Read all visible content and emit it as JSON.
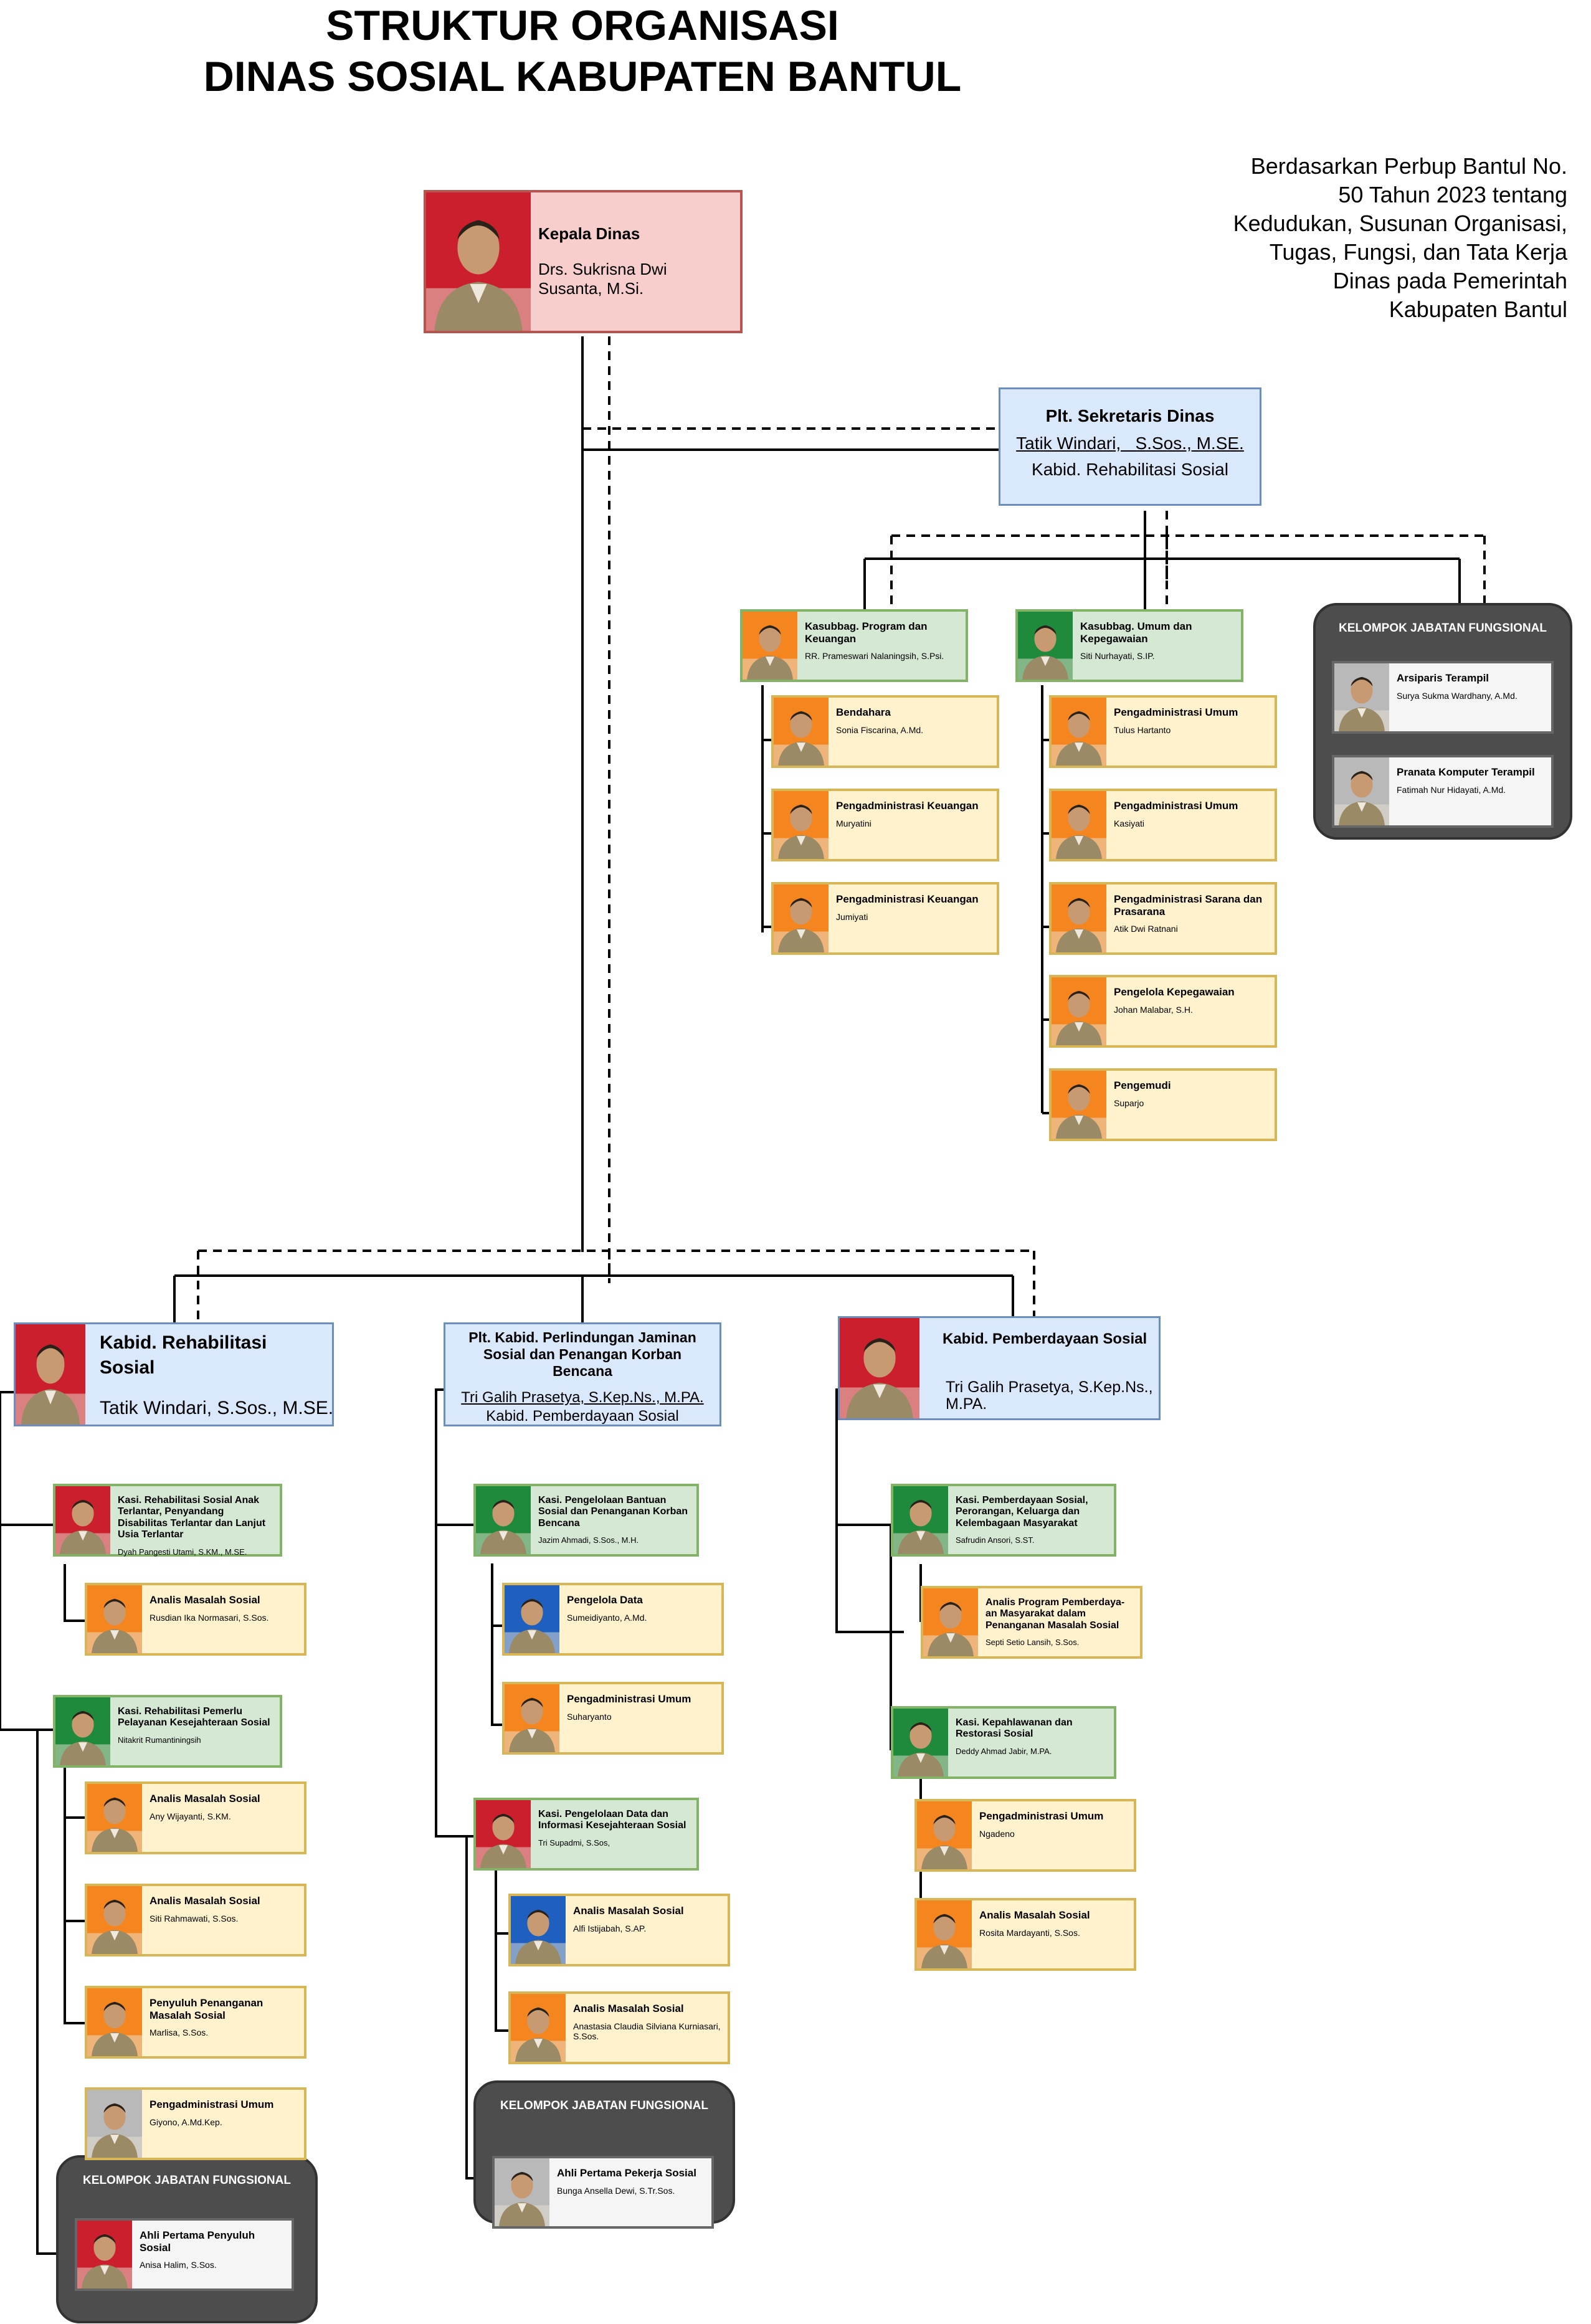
{
  "header": {
    "title_line1": "STRUKTUR ORGANISASI",
    "title_line2": "DINAS SOSIAL KABUPATEN BANTUL",
    "basis_lines": [
      "Berdasarkan Perbup Bantul No.",
      "50 Tahun 2023 tentang",
      "Kedudukan, Susunan Organisasi,",
      "Tugas, Fungsi, dan Tata Kerja",
      "Dinas pada Pemerintah",
      "Kabupaten Bantul"
    ]
  },
  "kepala": {
    "role": "Kepala Dinas",
    "name": "Drs. Sukrisna Dwi Susanta, M.Si.",
    "photo_color": "#cc1f2e"
  },
  "sekretaris": {
    "role": "Plt. Sekretaris Dinas",
    "name": "Tatik Windari,   S.Sos., M.SE.",
    "note": "Kabid. Rehabilitasi Sosial"
  },
  "units": [
    {
      "id": "u1",
      "role": "Kasubbag. Program dan Keuangan",
      "name": "RR. Prameswari Nalaningsih, S.Psi.",
      "photo_color": "#f5861f"
    },
    {
      "id": "u2",
      "role": "Kasubbag. Umum dan Kepegawaian",
      "name": "Siti Nurhayati, S.IP.",
      "photo_color": "#1f8a3b"
    },
    {
      "id": "s1",
      "role": "Bendahara",
      "name": "Sonia Fiscarina, A.Md.",
      "photo_color": "#f5861f"
    },
    {
      "id": "s2",
      "role": "Pengadministrasi Keuangan",
      "name": "Muryatini",
      "photo_color": "#f5861f"
    },
    {
      "id": "s3",
      "role": "Pengadministrasi Keuangan",
      "name": "Jumiyati",
      "photo_color": "#f5861f"
    },
    {
      "id": "s4",
      "role": "Pengadministrasi Umum",
      "name": "Tulus Hartanto",
      "photo_color": "#f5861f"
    },
    {
      "id": "s5",
      "role": "Pengadministrasi Umum",
      "name": "Kasiyati",
      "photo_color": "#f5861f"
    },
    {
      "id": "s6",
      "role": "Pengadministrasi Sarana dan Prasarana",
      "name": "Atik Dwi Ratnani",
      "photo_color": "#f5861f"
    },
    {
      "id": "s7",
      "role": "Pengelola Kepegawaian",
      "name": "Johan Malabar, S.H.",
      "photo_color": "#f5861f"
    },
    {
      "id": "s8",
      "role": "Pengemudi",
      "name": "Suparjo",
      "photo_color": "#f5861f"
    },
    {
      "id": "f1",
      "role": "Arsiparis Terampil",
      "name": "Surya Sukma Wardhany, A.Md.",
      "photo_color": "#b9b9b9"
    },
    {
      "id": "f2",
      "role": "Pranata Komputer Terampil",
      "name": "Fatimah Nur Hidayati, A.Md.",
      "photo_color": "#b9b9b9"
    },
    {
      "id": "k1",
      "role": "Kasi. Rehabilitasi Sosial Anak Terlantar, Penyandang Disabilitas Terlantar dan Lanjut Usia Terlantar",
      "name": "Dyah Pangesti Utami, S.KM., M.SE.",
      "photo_color": "#cc1f2e"
    },
    {
      "id": "a1",
      "role": "Analis Masalah Sosial",
      "name": "Rusdian Ika Normasari, S.Sos.",
      "photo_color": "#f5861f"
    },
    {
      "id": "k2",
      "role": "Kasi. Rehabilitasi Pemerlu Pelayanan Kesejahteraan Sosial",
      "name": "Nitakrit Rumantiningsih",
      "photo_color": "#1f8a3b"
    },
    {
      "id": "a2",
      "role": "Analis Masalah Sosial",
      "name": "Any Wijayanti, S.KM.",
      "photo_color": "#f5861f"
    },
    {
      "id": "a3",
      "role": "Analis Masalah Sosial",
      "name": "Siti Rahmawati, S.Sos.",
      "photo_color": "#f5861f"
    },
    {
      "id": "a4",
      "role": "Penyuluh Penanganan Masalah Sosial",
      "name": "Marlisa, S.Sos.",
      "photo_color": "#f5861f"
    },
    {
      "id": "a5",
      "role": "Pengadministrasi Umum",
      "name": "Giyono, A.Md.Kep.",
      "photo_color": "#b9b9b9"
    },
    {
      "id": "f3",
      "role": "Ahli Pertama Penyuluh Sosial",
      "name": "Anisa Halim, S.Sos.",
      "photo_color": "#cc1f2e"
    },
    {
      "id": "k3",
      "role": "Kasi. Pengelolaan Bantuan Sosial dan Penanganan Korban Bencana",
      "name": "Jazim Ahmadi, S.Sos., M.H.",
      "photo_color": "#1f8a3b"
    },
    {
      "id": "b1",
      "role": "Pengelola Data",
      "name": "Sumeidiyanto, A.Md.",
      "photo_color": "#1f5fbf"
    },
    {
      "id": "b2",
      "role": "Pengadministrasi Umum",
      "name": "Suharyanto",
      "photo_color": "#f5861f"
    },
    {
      "id": "k4",
      "role": "Kasi. Pengelolaan Data dan Informasi Kesejahteraan Sosial",
      "name": "Tri Supadmi, S.Sos,",
      "photo_color": "#cc1f2e"
    },
    {
      "id": "b3",
      "role": "Analis Masalah Sosial",
      "name": "Alfi Istijabah, S.AP.",
      "photo_color": "#1f5fbf"
    },
    {
      "id": "b4",
      "role": "Analis Masalah Sosial",
      "name": "Anastasia Claudia Silviana Kurniasari, S.Sos.",
      "photo_color": "#f5861f"
    },
    {
      "id": "f4",
      "role": "Ahli Pertama Pekerja Sosial",
      "name": "Bunga Ansella Dewi, S.Tr.Sos.",
      "photo_color": "#b9b9b9"
    },
    {
      "id": "k5",
      "role": "Kasi. Pemberdayaan Sosial, Perorangan, Keluarga dan Kelembagaan Masyarakat",
      "name": "Safrudin Ansori, S.ST.",
      "photo_color": "#1f8a3b"
    },
    {
      "id": "c1",
      "role": "Analis Program  Pemberdaya- an Masyarakat dalam Penanganan Masalah Sosial",
      "name": "Septi Setio Lansih, S.Sos.",
      "photo_color": "#f5861f"
    },
    {
      "id": "k6",
      "role": "Kasi. Kepahlawanan dan Restorasi Sosial",
      "name": "Deddy Ahmad Jabir, M.PA.",
      "photo_color": "#1f8a3b"
    },
    {
      "id": "c2",
      "role": "Pengadministrasi Umum",
      "name": "Ngadeno",
      "photo_color": "#f5861f"
    },
    {
      "id": "c3",
      "role": "Analis Masalah Sosial",
      "name": "Rosita Mardayanti, S.Sos.",
      "photo_color": "#f5861f"
    }
  ],
  "kabid": [
    {
      "id": "kb1",
      "role": "Kabid. Rehabilitasi Sosial",
      "name": "Tatik Windari, S.Sos., M.SE.",
      "photo_color": "#cc1f2e"
    },
    {
      "id": "kb2",
      "role": "Plt. Kabid. Perlindungan Jaminan Sosial dan Penangan Korban Bencana",
      "name": "Tri Galih Prasetya, S.Kep.Ns., M.PA.",
      "note": "Kabid. Pemberdayaan Sosial"
    },
    {
      "id": "kb3",
      "role": "Kabid. Pemberdayaan Sosial",
      "name": "Tri Galih Prasetya, S.Kep.Ns., M.PA.",
      "photo_color": "#cc1f2e"
    }
  ],
  "groups": {
    "label": "KELOMPOK JABATAN FUNGSIONAL"
  },
  "colors": {
    "kepala_fill": "#f8cecc",
    "blue_fill": "#dae8fc",
    "green_fill": "#d5e8d4",
    "yellow_fill": "#fff2cc",
    "group_fill": "#4d4d4d",
    "uniform": "#9a8a66"
  }
}
